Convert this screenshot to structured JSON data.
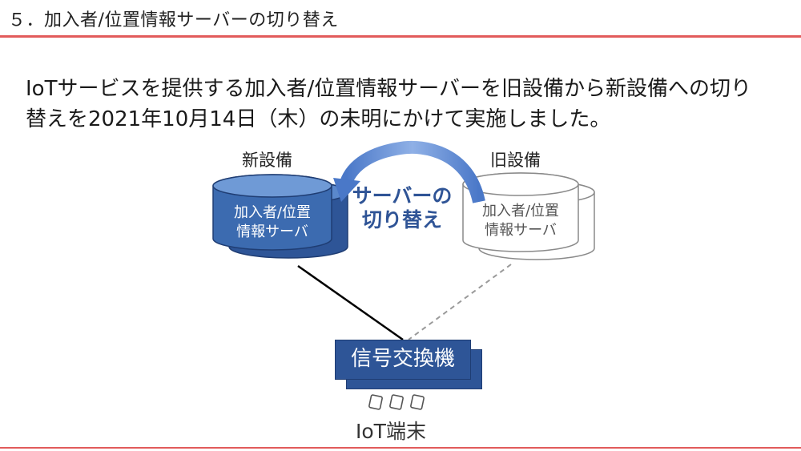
{
  "header": {
    "title": "５．加入者/位置情報サーバーの切り替え"
  },
  "body": {
    "line1": "IoTサービスを提供する加入者/位置情報サーバーを旧設備から新設備への切り",
    "line2": "替えを2021年10月14日（木）の未明にかけて実施しました。"
  },
  "diagram": {
    "new_equipment_label": "新設備",
    "old_equipment_label": "旧設備",
    "new_server": {
      "line1": "加入者/位置",
      "line2": "情報サーバ"
    },
    "old_server": {
      "line1": "加入者/位置",
      "line2": "情報サーバ"
    },
    "switch_arrow_label": {
      "line1": "サーバーの",
      "line2": "切り替え"
    },
    "switch_node_label": "信号交換機",
    "iot_device_label": "IoT端末"
  },
  "colors": {
    "accent_red": "#e25b5b",
    "new_server_fill": "#3c6bb0",
    "switch_fill": "#2e5597",
    "arrow_text": "#2f5496"
  }
}
